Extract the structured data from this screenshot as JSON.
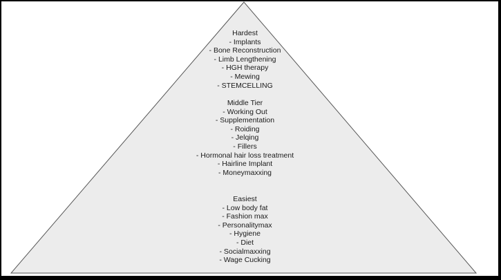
{
  "pyramid": {
    "fill_color": "#ececec",
    "stroke_color": "#555555",
    "tiers": [
      {
        "heading": "Hardest",
        "items": [
          "- Implants",
          "- Bone Reconstruction",
          "- Limb Lengthening",
          "- HGH therapy",
          "- Mewing",
          "- STEMCELLING"
        ]
      },
      {
        "heading": "Middle Tier",
        "items": [
          "- Working Out",
          "- Supplementation",
          "- Roiding",
          "- Jelqing",
          "- Fillers",
          "- Hormonal hair loss treatment",
          "- Hairline Implant",
          "- Moneymaxxing"
        ]
      },
      {
        "heading": "Easiest",
        "items": [
          "- Low body fat",
          "- Fashion max",
          "- Personalitymax",
          "- Hygiene",
          "- Diet",
          "- Socialmaxxing",
          "- Wage Cucking"
        ]
      }
    ]
  }
}
